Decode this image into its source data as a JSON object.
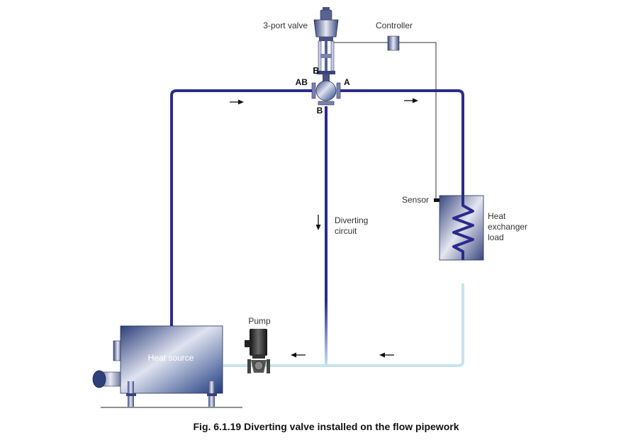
{
  "labels": {
    "valve": "3-port valve",
    "controller": "Controller",
    "sensor": "Sensor",
    "pump": "Pump",
    "heat_source": "Heat source",
    "diverting_line1": "Diverting",
    "diverting_line2": "circuit",
    "hx_line1": "Heat",
    "hx_line2": "exchanger",
    "hx_line3": "load",
    "port_b_top": "B",
    "port_ab": "AB",
    "port_a": "A",
    "port_b_bottom": "B"
  },
  "caption": "Fig. 6.1.19 Diverting valve installed on the flow pipework",
  "colors": {
    "hot_pipe": "#2b2a8c",
    "cold_pipe": "#c5e4f0",
    "equipment_dark": "#2e3f7a",
    "equipment_light": "#dfe3f0"
  },
  "icons": {
    "flow_arrow": "flow-arrow-icon",
    "valve": "valve-icon",
    "pump": "pump-icon"
  }
}
